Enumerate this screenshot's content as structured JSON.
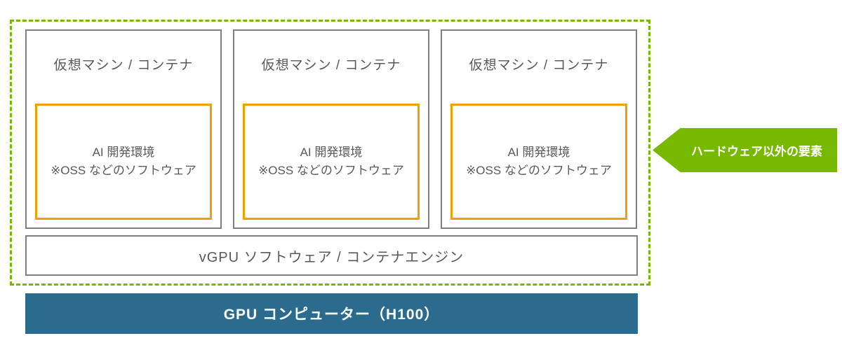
{
  "colors": {
    "green": "#76b900",
    "blue": "#2b6b8d",
    "orange": "#f2a000",
    "gray_border": "#7f7f7f",
    "text_gray": "#595959"
  },
  "columns": [
    {
      "title": "仮想マシン / コンテナ",
      "box_line1": "AI 開発環境",
      "box_line2": "※OSS などのソフトウェア"
    },
    {
      "title": "仮想マシン / コンテナ",
      "box_line1": "AI 開発環境",
      "box_line2": "※OSS などのソフトウェア"
    },
    {
      "title": "仮想マシン / コンテナ",
      "box_line1": "AI 開発環境",
      "box_line2": "※OSS などのソフトウェア"
    }
  ],
  "vgpu_layer": {
    "label": "vGPU ソフトウェア / コンテナエンジン"
  },
  "gpu_bar": {
    "label": "GPU コンピューター（H100）"
  },
  "callout": {
    "label": "ハードウェア以外の要素"
  }
}
